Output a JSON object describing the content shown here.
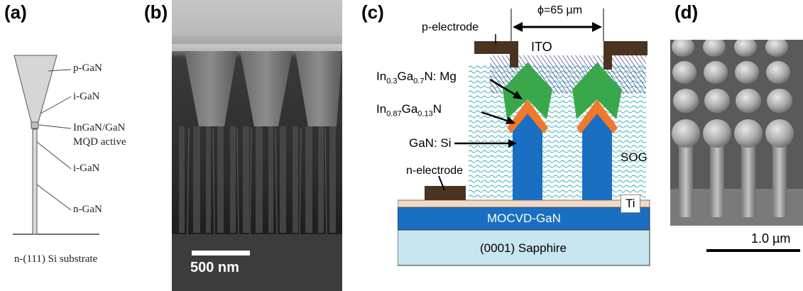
{
  "panels": {
    "a": {
      "label": "(a)",
      "layers": [
        "p-GaN",
        "i-GaN",
        "InGaN/GaN",
        "MQD active",
        "i-GaN",
        "n-GaN"
      ],
      "substrate": "n-(111) Si substrate"
    },
    "b": {
      "label": "(b)",
      "scalebar": "500 nm"
    },
    "c": {
      "label": "(c)",
      "diameter": "ϕ=65 µm",
      "p_electrode": "p-electrode",
      "ito": "ITO",
      "ingan_mg": {
        "el1": "In",
        "sub1": "0.3",
        "el2": "Ga",
        "sub2": "0.7",
        "rest": "N: Mg"
      },
      "ingan": {
        "el1": "In",
        "sub1": "0.87",
        "el2": "Ga",
        "sub2": "0.13",
        "rest": "N"
      },
      "gan_si": "GaN: Si",
      "sog": "SOG",
      "n_electrode": "n-electrode",
      "ti": "Ti",
      "mocvd": "MOCVD-GaN",
      "sapphire": "(0001) Sapphire"
    },
    "d": {
      "label": "(d)",
      "scalebar": "1.0 µm"
    }
  },
  "colors": {
    "electrode": "#4a3420",
    "gan_blue": "#1a6fc2",
    "green": "#3aa84a",
    "orange": "#f07a2a",
    "sapphire": "#c8e6ef",
    "sog_wave": "#2aa6b0",
    "ito_hatch": "#3a3a8a",
    "ti": "#f2d9c4"
  }
}
